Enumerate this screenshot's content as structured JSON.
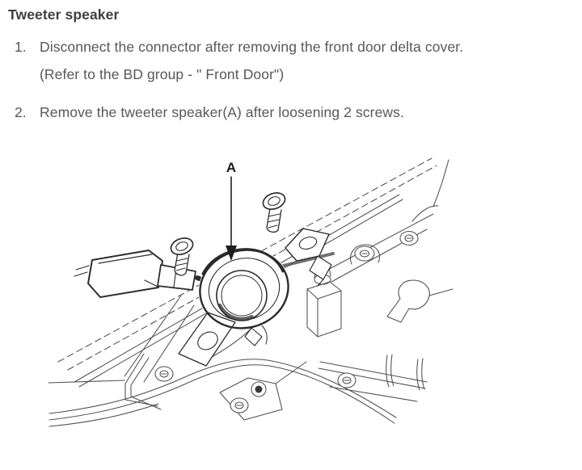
{
  "title": "Tweeter speaker",
  "steps": [
    {
      "number": "1.",
      "lines": [
        "Disconnect the connector after removing the front door delta cover.",
        "(Refer to the BD group - \" Front Door\")"
      ]
    },
    {
      "number": "2.",
      "lines": [
        "Remove the tweeter speaker(A) after loosening 2 screws."
      ]
    }
  ],
  "figure": {
    "label": "A"
  },
  "colors": {
    "title_text": "#3e3f41",
    "body_text": "#55575a",
    "line_art": "#4e4e4e",
    "line_art_bold": "#2d2d2d",
    "background": "#ffffff"
  }
}
